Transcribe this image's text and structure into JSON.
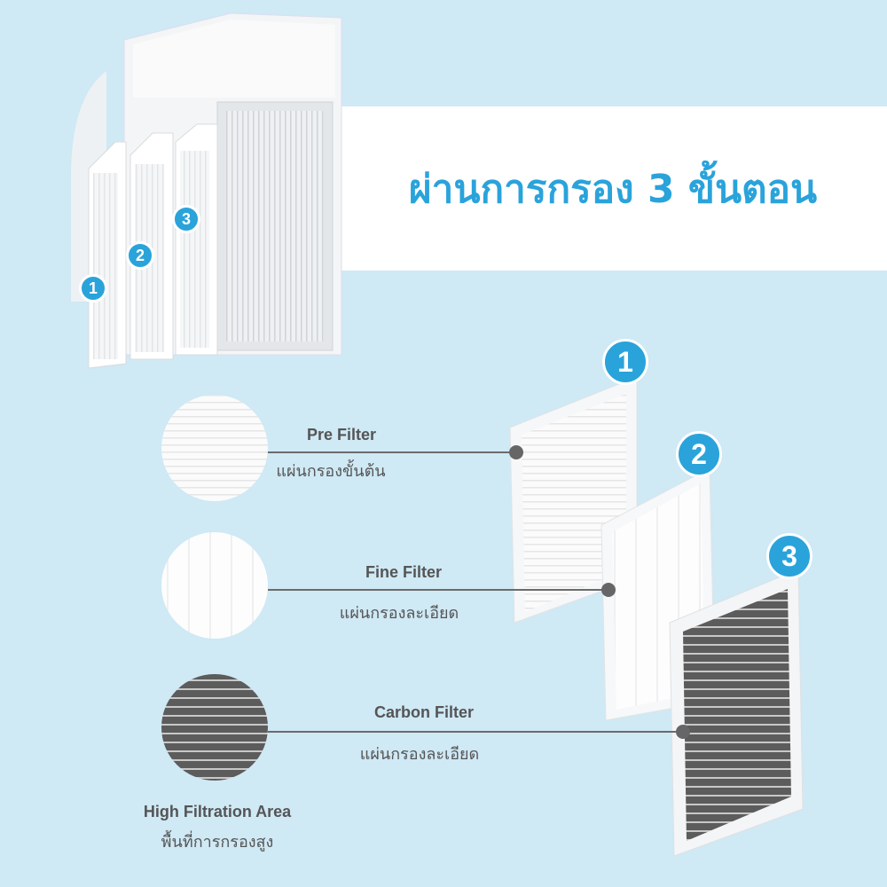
{
  "title": "ผ่านการกรอง 3 ขั้นตอน",
  "filters": [
    {
      "number": "1",
      "name": "Pre Filter",
      "thai": "แผ่นกรองขั้นต้น"
    },
    {
      "number": "2",
      "name": "Fine Filter",
      "thai": "แผ่นกรองละเอียด"
    },
    {
      "number": "3",
      "name": "Carbon Filter",
      "thai": "แผ่นกรองละเอียด"
    }
  ],
  "footer": {
    "en": "High Filtration Area",
    "th": "พื้นที่การกรองสูง"
  },
  "colors": {
    "background": "#cfe9f5",
    "accent": "#2aa3db",
    "text": "#555555"
  }
}
